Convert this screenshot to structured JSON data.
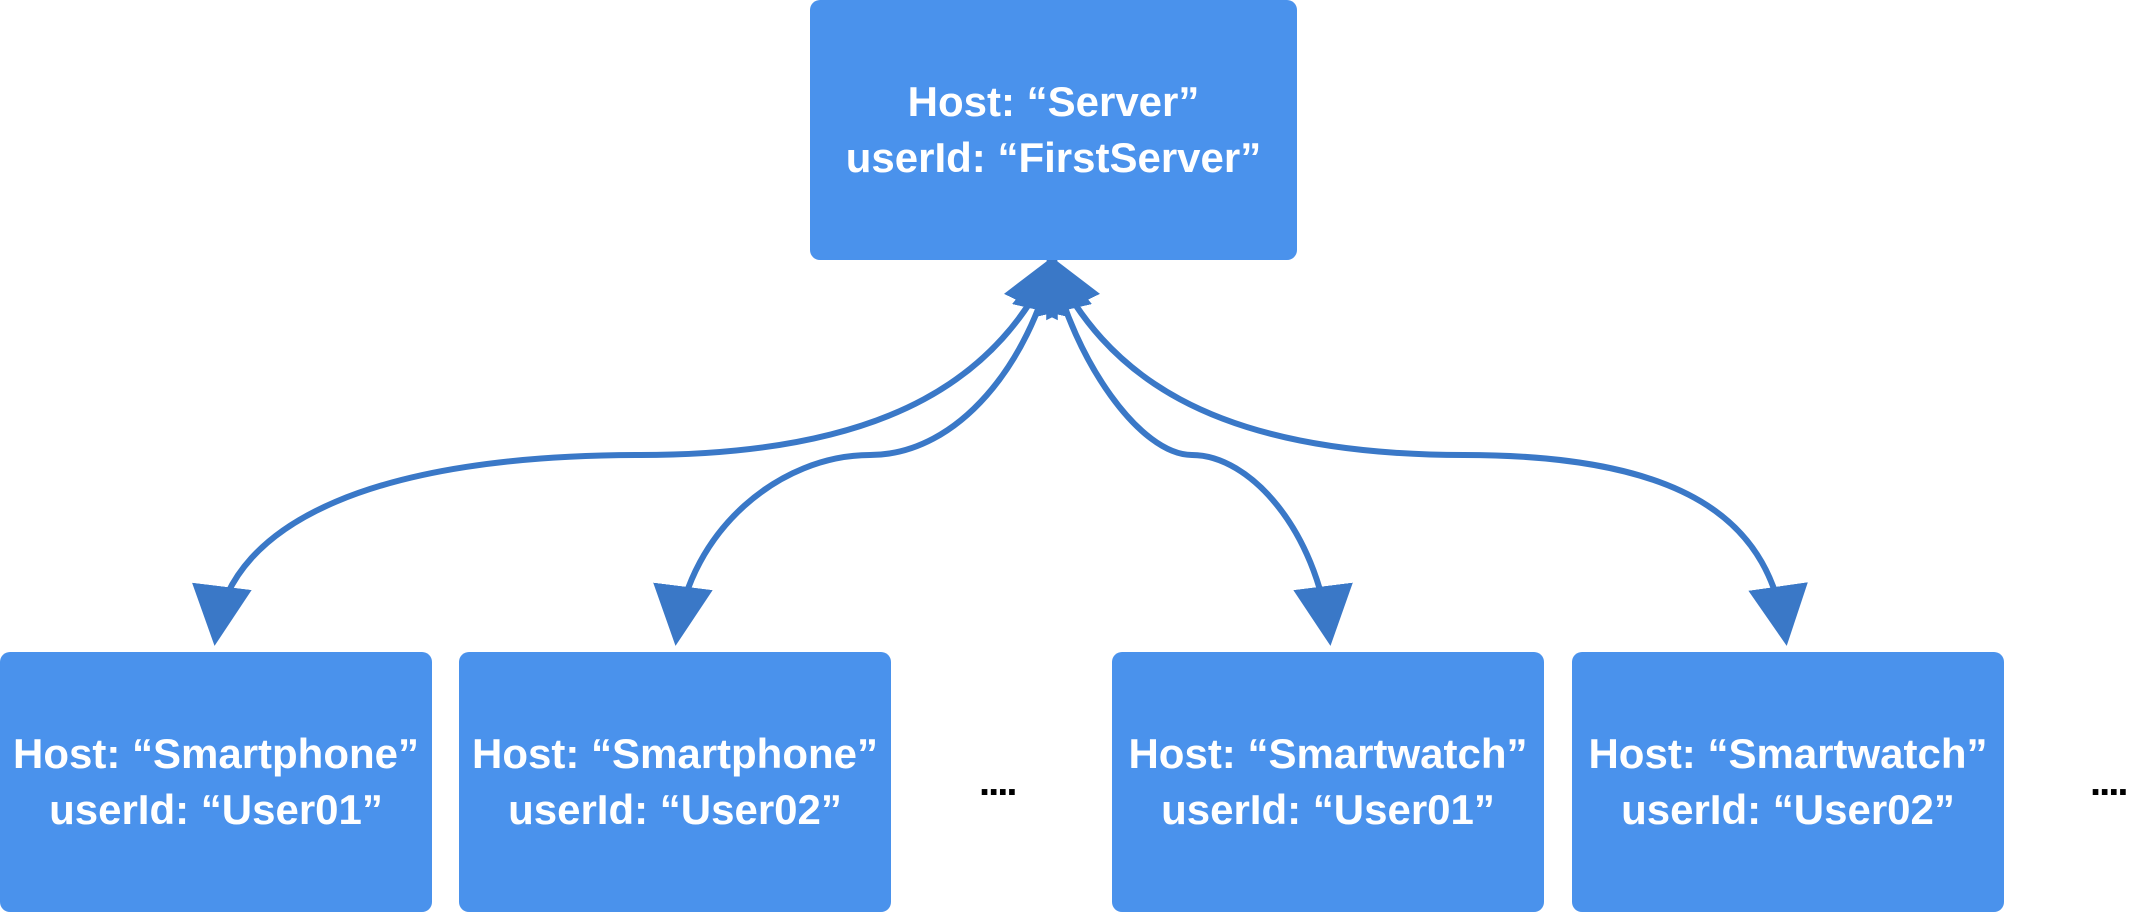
{
  "colors": {
    "node_fill": "#4a92ec",
    "edge_stroke": "#3a78c7",
    "node_text": "#ffffff",
    "ellipsis_text": "#000000"
  },
  "server": {
    "line1": "Host: “Server”",
    "line2": "userId: “FirstServer”"
  },
  "clients": [
    {
      "line1": "Host: “Smartphone”",
      "line2": "userId: “User01”"
    },
    {
      "line1": "Host: “Smartphone”",
      "line2": "userId: “User02”"
    },
    {
      "line1": "Host: “Smartwatch”",
      "line2": "userId: “User01”"
    },
    {
      "line1": "Host: “Smartwatch”",
      "line2": "userId: “User02”"
    }
  ],
  "ellipsis": [
    "....",
    "...."
  ]
}
